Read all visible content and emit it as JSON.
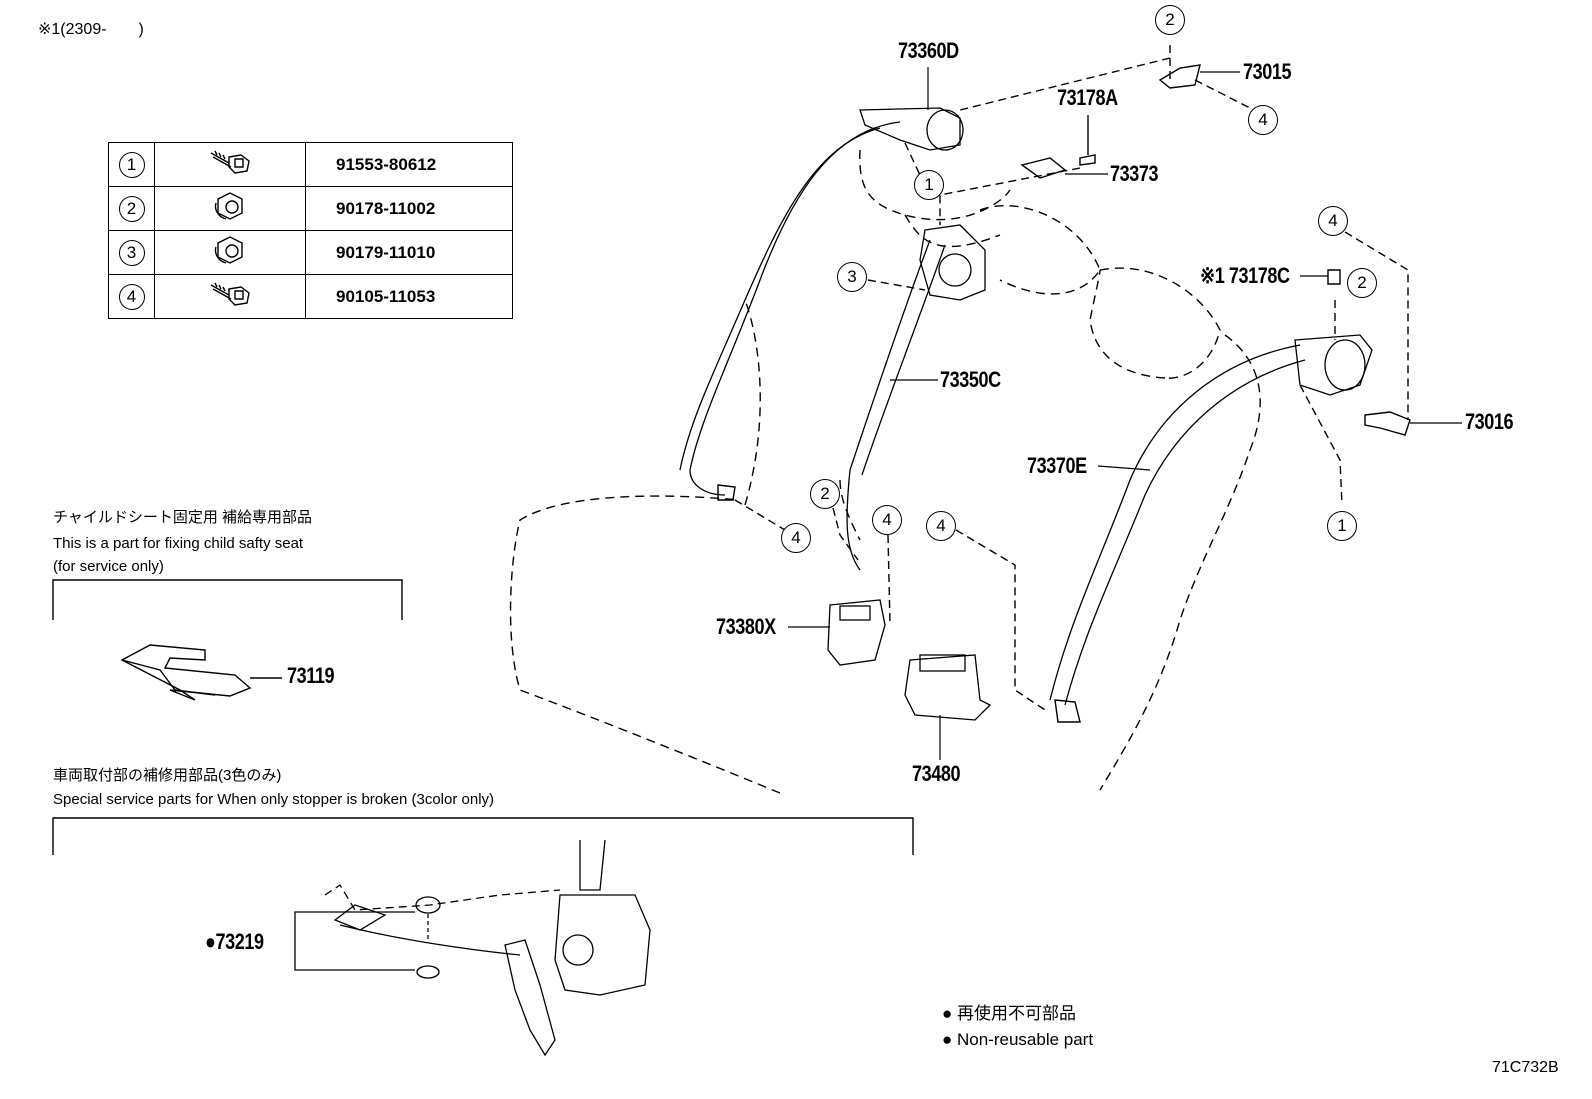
{
  "header_note": "※1(2309-　　)",
  "fastener_table": [
    {
      "ref": "1",
      "part_no": "91553-80612",
      "icon": "flange-bolt-icon"
    },
    {
      "ref": "2",
      "part_no": "90178-11002",
      "icon": "flange-nut-icon"
    },
    {
      "ref": "3",
      "part_no": "90179-11010",
      "icon": "flange-nut-icon"
    },
    {
      "ref": "4",
      "part_no": "90105-11053",
      "icon": "flange-bolt-icon"
    }
  ],
  "child_seat_note": {
    "jp": "チャイルドシート固定用 補給専用部品",
    "en_line1": "This is a part for fixing child safty seat",
    "en_line2": "(for service only)",
    "part": "73119"
  },
  "stopper_note": {
    "jp": "車両取付部の補修用部品(3色のみ)",
    "en": "Special service parts for When only stopper is broken (3color only)",
    "part": "●73219"
  },
  "parts": {
    "p73360D": "73360D",
    "p73015": "73015",
    "p73178A": "73178A",
    "p73373": "73373",
    "p73178C": "※1 73178C",
    "p73016": "73016",
    "p73350C": "73350C",
    "p73370E": "73370E",
    "p73380X": "73380X",
    "p73480": "73480"
  },
  "callouts": {
    "c_top2": "2",
    "c_top4": "4",
    "c_b1": "1",
    "c_3": "3",
    "c_r4": "4",
    "c_r2": "2",
    "c_r1": "1",
    "c_l4": "4",
    "c_m2": "2",
    "c_m4a": "4",
    "c_m4b": "4"
  },
  "legend": {
    "line1": "● 再使用不可部品",
    "line2": "● Non-reusable part"
  },
  "figure_code": "71C732B"
}
